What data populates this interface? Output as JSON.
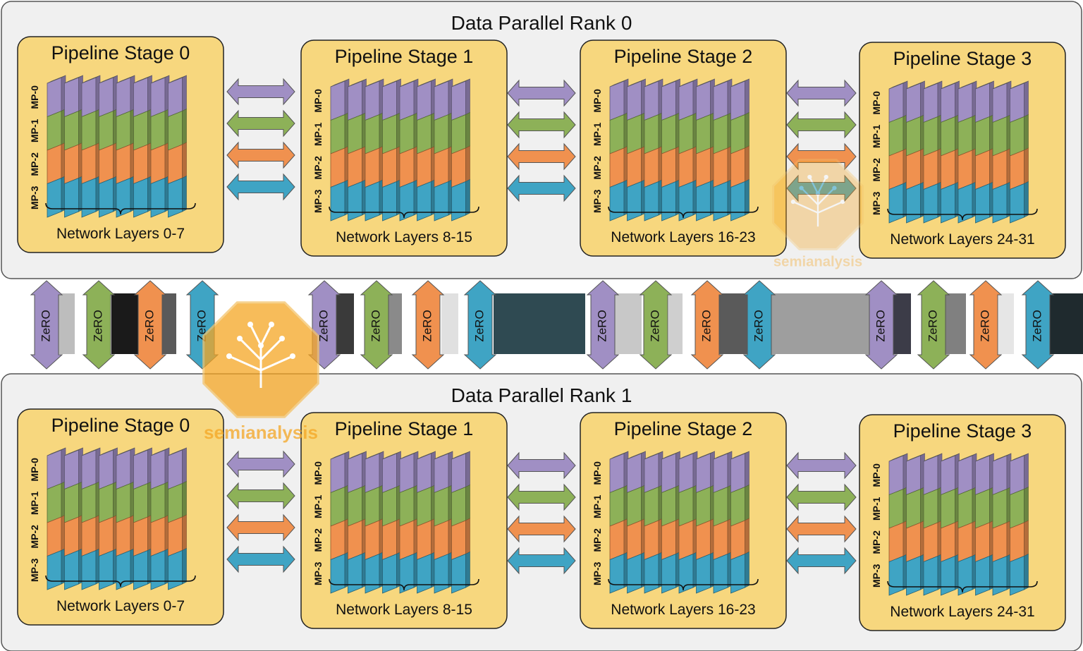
{
  "ranks": [
    {
      "title": "Data Parallel Rank 0",
      "stages": [
        {
          "title": "Pipeline Stage 0",
          "layers": "Network Layers 0-7"
        },
        {
          "title": "Pipeline Stage 1",
          "layers": "Network Layers 8-15"
        },
        {
          "title": "Pipeline Stage 2",
          "layers": "Network Layers 16-23"
        },
        {
          "title": "Pipeline Stage 3",
          "layers": "Network Layers 24-31"
        }
      ]
    },
    {
      "title": "Data Parallel Rank 1",
      "stages": [
        {
          "title": "Pipeline Stage 0",
          "layers": "Network Layers 0-7"
        },
        {
          "title": "Pipeline Stage 1",
          "layers": "Network Layers 8-15"
        },
        {
          "title": "Pipeline Stage 2",
          "layers": "Network Layers 16-23"
        },
        {
          "title": "Pipeline Stage 3",
          "layers": "Network Layers 24-31"
        }
      ]
    }
  ],
  "mp_labels": [
    "MP-0",
    "MP-1",
    "MP-2",
    "MP-3"
  ],
  "zero_label": "ZeRO",
  "watermark": "semianalysis",
  "colors": {
    "mp0": "#a08fc4",
    "mp1": "#8db158",
    "mp2": "#f0914f",
    "mp3": "#3fa4c4",
    "stage_box": "#f7d77e",
    "stage_border": "#222222",
    "rank_panel": "#f0f0f0",
    "rank_border": "#555555",
    "accent": "#f5a623"
  }
}
